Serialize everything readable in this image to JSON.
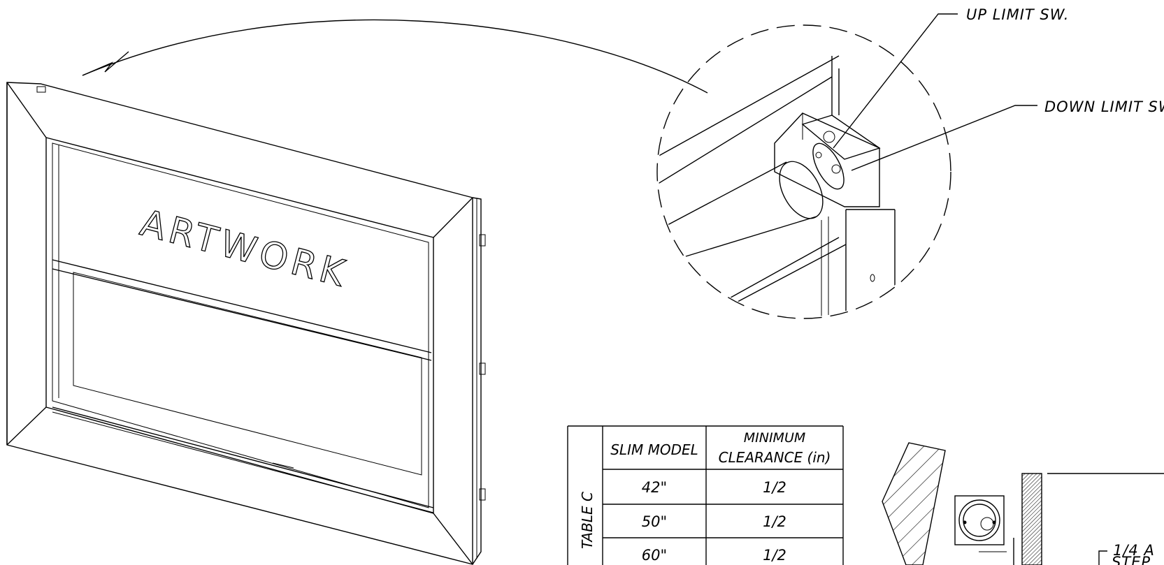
{
  "callouts": {
    "up_limit": "UP LIMIT SW.",
    "down_limit": "DOWN LIMIT SW.",
    "bottom_right_line1": "1/4 A",
    "bottom_right_line2": "STEP"
  },
  "artwork_label": "ARTWORK",
  "table": {
    "title": "TABLE C",
    "header_model": "SLIM MODEL",
    "header_clearance_line1": "MINIMUM",
    "header_clearance_line2": "CLEARANCE (in)",
    "rows": [
      {
        "model": "42\"",
        "clearance": "1/2"
      },
      {
        "model": "50\"",
        "clearance": "1/2"
      },
      {
        "model": "60\"",
        "clearance": "1/2"
      }
    ]
  }
}
